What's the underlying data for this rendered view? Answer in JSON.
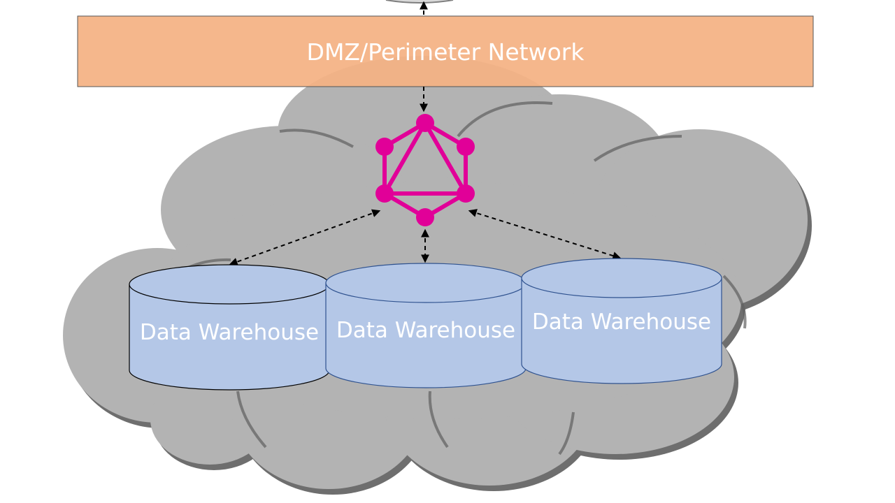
{
  "dmz": {
    "label": "DMZ/Perimeter Network"
  },
  "hub": {
    "icon": "graphql-icon"
  },
  "warehouses": [
    {
      "label": "Data Warehouse"
    },
    {
      "label": "Data Warehouse"
    },
    {
      "label": "Data Warehouse"
    }
  ],
  "colors": {
    "cloud_fill": "#b3b3b3",
    "cloud_shadow": "#6e6e6e",
    "dmz_fill": "#f4b183",
    "dmz_border": "#555555",
    "graphql_pink": "#e10098",
    "cylinder_fill": "#b4c7e7",
    "cylinder_border": "#2f528f",
    "connector": "#000000"
  }
}
